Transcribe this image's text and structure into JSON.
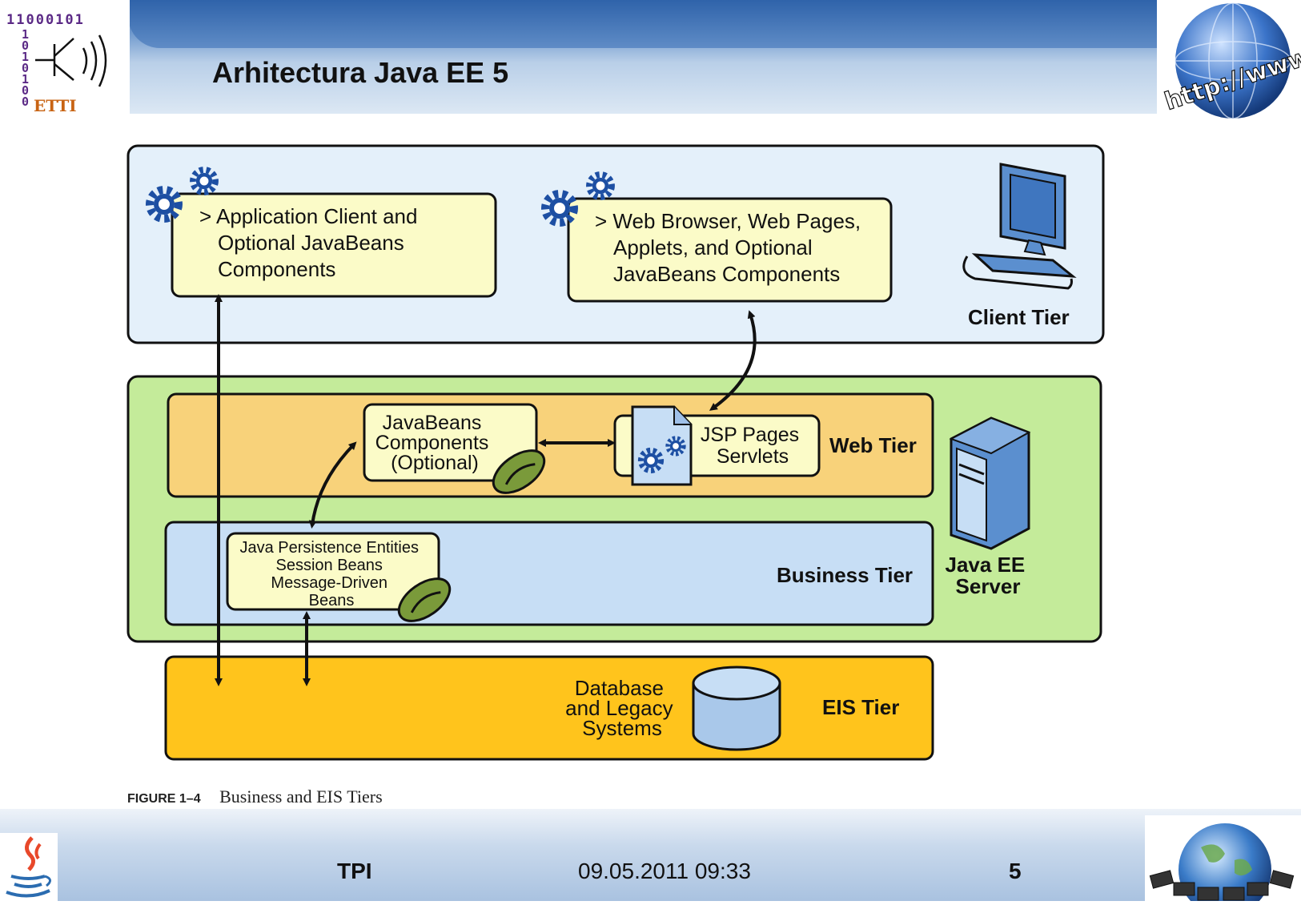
{
  "slide": {
    "title": "Arhitectura Java EE 5",
    "logo_bits_top": "11000101",
    "logo_bits_side": [
      "1",
      "0",
      "1",
      "0",
      "1",
      "0",
      "0"
    ],
    "logo_label": "ETTI",
    "globe_text": "http://www",
    "footer": {
      "left": "TPI",
      "center": "09.05.2011 09:33",
      "page": "5"
    }
  },
  "diagram": {
    "client_tier_label": "Client Tier",
    "app_client": [
      "> Application Client and",
      "Optional JavaBeans",
      "Components"
    ],
    "web_browser": [
      "> Web Browser, Web Pages,",
      "Applets, and Optional",
      "JavaBeans Components"
    ],
    "web_tier_label": "Web Tier",
    "javabeans_components": [
      "JavaBeans",
      "Components",
      "(Optional)"
    ],
    "jsp_pages": [
      "JSP Pages",
      "Servlets"
    ],
    "business_tier_label": "Business Tier",
    "business_components": [
      "Java Persistence Entities",
      "Session Beans",
      "Message-Driven",
      "Beans"
    ],
    "server_label": [
      "Java EE",
      "Server"
    ],
    "eis_tier_label": "EIS Tier",
    "database": [
      "Database",
      "and Legacy",
      "Systems"
    ],
    "caption_fig": "FIGURE 1–4",
    "caption_text": "Business and EIS Tiers"
  },
  "colors": {
    "client_tier_bg": "#e4f0fa",
    "server_bg": "#c4eb9a",
    "web_tier_bg": "#f8d27a",
    "business_tier_bg": "#c7def5",
    "eis_tier_bg": "#ffc41c",
    "component_box": "#fbfbc8",
    "gear": "#1d4fa3"
  }
}
